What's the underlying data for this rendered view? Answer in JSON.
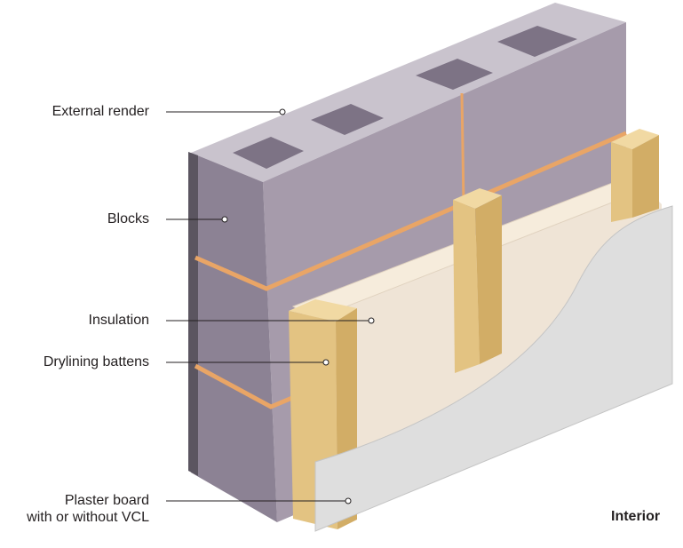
{
  "labels": {
    "external_render": "External render",
    "blocks": "Blocks",
    "insulation": "Insulation",
    "drylining_battens": "Drylining battens",
    "plaster_board_line1": "Plaster board",
    "plaster_board_line2": "with or without VCL"
  },
  "side_label": "Interior",
  "colors": {
    "block_front": "#a69bab",
    "block_top": "#c9c3cd",
    "block_side": "#8c8294",
    "mortar": "#e9a566",
    "insulation": "#efe4d6",
    "batten": "#e3c382",
    "plaster": "#dedede"
  }
}
